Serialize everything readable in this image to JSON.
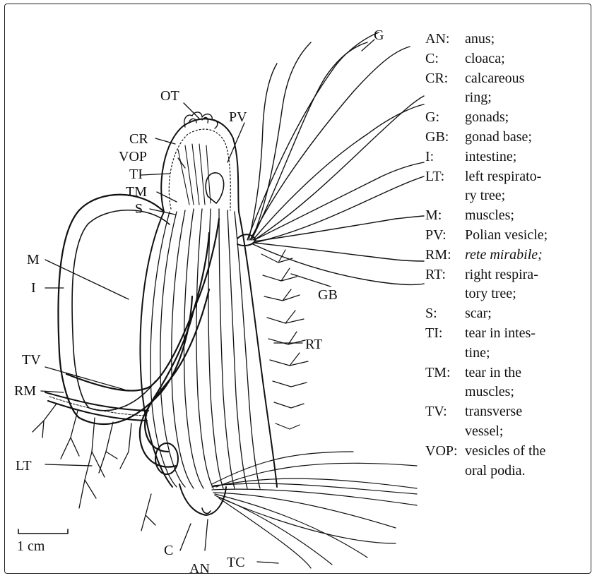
{
  "figure": {
    "labels": {
      "OT": "OT",
      "PV": "PV",
      "CR": "CR",
      "VOP": "VOP",
      "TI": "TI",
      "TM": "TM",
      "S": "S",
      "G": "G",
      "M": "M",
      "I": "I",
      "GB": "GB",
      "RT": "RT",
      "TV": "TV",
      "RM": "RM",
      "LT": "LT",
      "C": "C",
      "AN": "AN",
      "TC": "TC"
    },
    "scale_bar": "1 cm"
  },
  "legend": {
    "items": [
      {
        "abbr": "AN:",
        "desc": "anus;"
      },
      {
        "abbr": "C:",
        "desc": "cloaca;"
      },
      {
        "abbr": "CR:",
        "desc": "calcareous ring;"
      },
      {
        "abbr": "G:",
        "desc": "gonads;"
      },
      {
        "abbr": "GB:",
        "desc": "gonad base;"
      },
      {
        "abbr": "I:",
        "desc": "intestine;"
      },
      {
        "abbr": "LT:",
        "desc": "left respirato-ry tree;"
      },
      {
        "abbr": "M:",
        "desc": "muscles;"
      },
      {
        "abbr": "PV:",
        "desc": "Polian vesicle;"
      },
      {
        "abbr": "RM:",
        "desc": "rete mirabile;",
        "italic": true
      },
      {
        "abbr": "RT:",
        "desc": "right respira-tory tree;"
      },
      {
        "abbr": "S:",
        "desc": "scar;"
      },
      {
        "abbr": "TI:",
        "desc": "tear in intes-tine;"
      },
      {
        "abbr": "TM:",
        "desc": "tear in the muscles;"
      },
      {
        "abbr": "TV:",
        "desc": "transverse vessel;"
      },
      {
        "abbr": "VOP:",
        "desc": "vesicles of the oral podia."
      }
    ]
  }
}
